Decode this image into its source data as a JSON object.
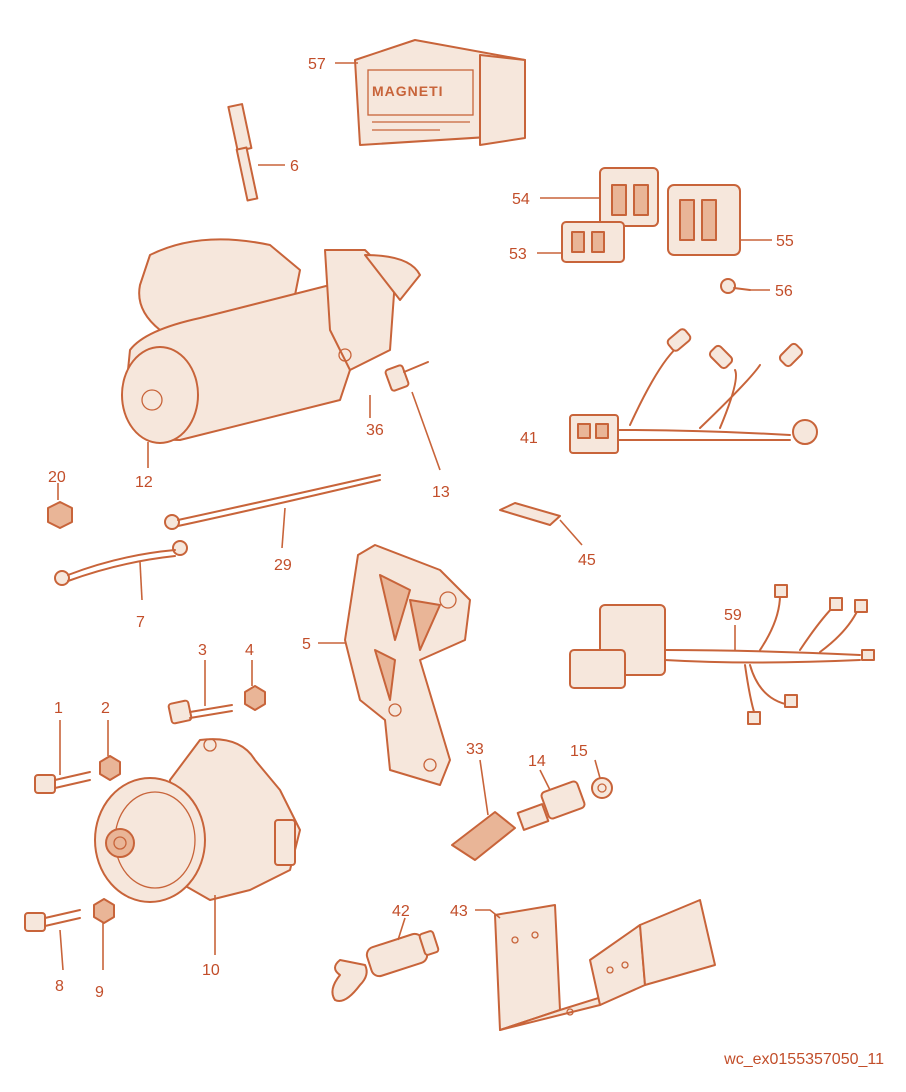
{
  "parts": [
    {
      "id": "p57",
      "number": "57"
    },
    {
      "id": "p6",
      "number": "6"
    },
    {
      "id": "p54",
      "number": "54"
    },
    {
      "id": "p53",
      "number": "53"
    },
    {
      "id": "p55",
      "number": "55"
    },
    {
      "id": "p56",
      "number": "56"
    },
    {
      "id": "p12",
      "number": "12"
    },
    {
      "id": "p36",
      "number": "36"
    },
    {
      "id": "p13",
      "number": "13"
    },
    {
      "id": "p41",
      "number": "41"
    },
    {
      "id": "p20",
      "number": "20"
    },
    {
      "id": "p29",
      "number": "29"
    },
    {
      "id": "p7",
      "number": "7"
    },
    {
      "id": "p45",
      "number": "45"
    },
    {
      "id": "p5",
      "number": "5"
    },
    {
      "id": "p59",
      "number": "59"
    },
    {
      "id": "p3",
      "number": "3"
    },
    {
      "id": "p4",
      "number": "4"
    },
    {
      "id": "p1",
      "number": "1"
    },
    {
      "id": "p2",
      "number": "2"
    },
    {
      "id": "p33",
      "number": "33"
    },
    {
      "id": "p14",
      "number": "14"
    },
    {
      "id": "p15",
      "number": "15"
    },
    {
      "id": "p10",
      "number": "10"
    },
    {
      "id": "p8",
      "number": "8"
    },
    {
      "id": "p9",
      "number": "9"
    },
    {
      "id": "p42",
      "number": "42"
    },
    {
      "id": "p43",
      "number": "43"
    }
  ],
  "decal_text": "MAGNETI",
  "reference_code": "wc_ex0155357050_11",
  "colors": {
    "line": "#c8643a",
    "text": "#c24e2a",
    "fill": "#f6e7dc",
    "background": "#ffffff"
  }
}
